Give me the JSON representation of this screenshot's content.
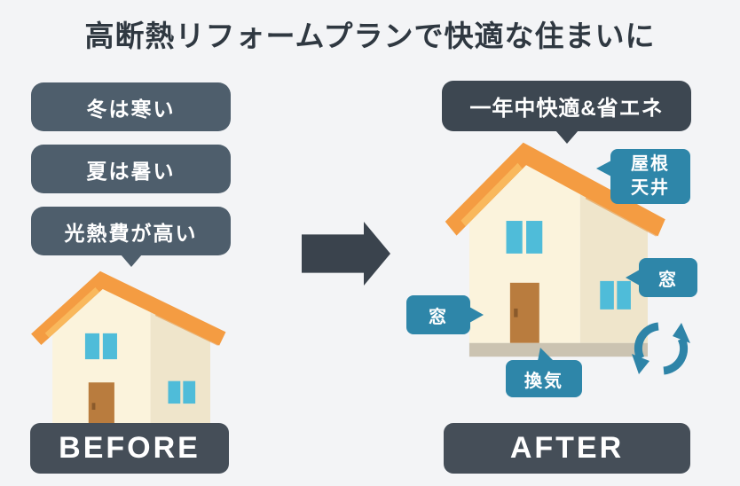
{
  "title": "高断熱リフォームプランで快適な住まいに",
  "before": {
    "bubbles": [
      "冬は寒い",
      "夏は暑い",
      "光熱費が高い"
    ],
    "badge": "BEFORE"
  },
  "after": {
    "headline": "一年中快適&省エネ",
    "tags": {
      "roof_line1": "屋根",
      "roof_line2": "天井",
      "window_right": "窓",
      "window_left": "窓",
      "ventilation": "換気"
    },
    "badge": "AFTER"
  },
  "icons": {
    "transform_arrow": "right-arrow-icon",
    "ventilation_cycle": "cycle-arrows-icon"
  },
  "colors": {
    "background": "#F3F4F6",
    "title_text": "#2F3841",
    "slate_bubble": "#4E5E6C",
    "charcoal_bubble": "#3D4751",
    "badge": "#454E58",
    "arrow": "#3A434D",
    "teal_tag": "#2E86A9",
    "roof_orange": "#F49C42",
    "roof_fascia": "#F9B85C",
    "wall_cream": "#FBF3DC",
    "wall_tan": "#EFE5CB",
    "window_blue": "#4FBCD9",
    "door_brown": "#B97C3E",
    "ground": "#CBC3B1",
    "text_on_dark": "#FFFFFF"
  }
}
